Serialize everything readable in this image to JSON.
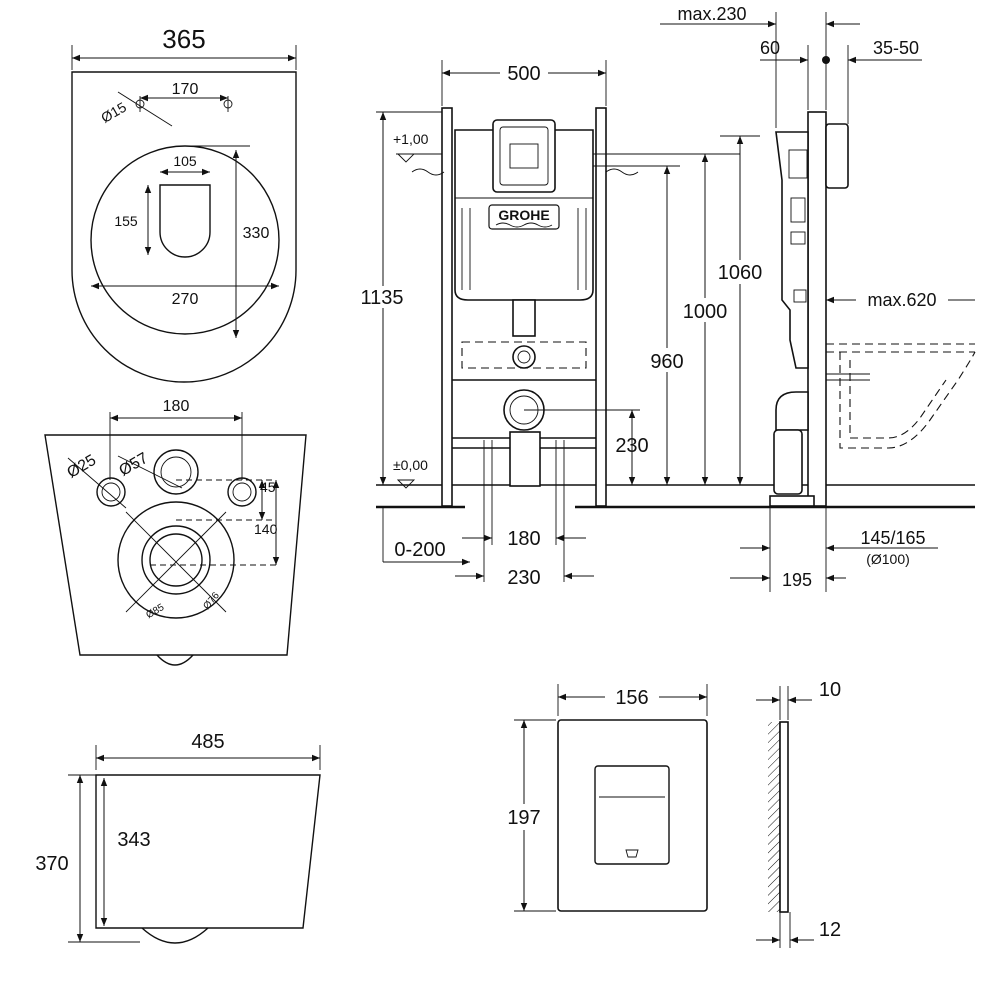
{
  "brand": "GROHE",
  "bowl_top": {
    "width": "365",
    "hole_spacing": "170",
    "hole_dia": "Ø15",
    "opening_w": "105",
    "opening_h": "155",
    "depth": "330",
    "inner_w": "270"
  },
  "bowl_back": {
    "spacing": "180",
    "d25": "Ø25",
    "d57": "Ø57",
    "off45": "45",
    "off140": "140",
    "d85": "Ø85",
    "d76": "Ø76"
  },
  "bowl_side": {
    "length": "485",
    "h_outer": "370",
    "h_inner": "343"
  },
  "frame_front": {
    "width": "500",
    "h1135": "1135",
    "plus_level": "+1,00",
    "zero_level": "±0,00",
    "h1000": "1000",
    "h960": "960",
    "h1060": "1060",
    "h230": "230",
    "adj": "0-200",
    "w180": "180",
    "w230": "230"
  },
  "frame_side": {
    "max230": "max.230",
    "d60": "60",
    "d35_50": "35-50",
    "max620": "max.620",
    "d145_165": "145/165",
    "pipe": "(Ø100)",
    "d195": "195"
  },
  "plate": {
    "width": "156",
    "height": "197",
    "depth10": "10",
    "depth12": "12"
  }
}
